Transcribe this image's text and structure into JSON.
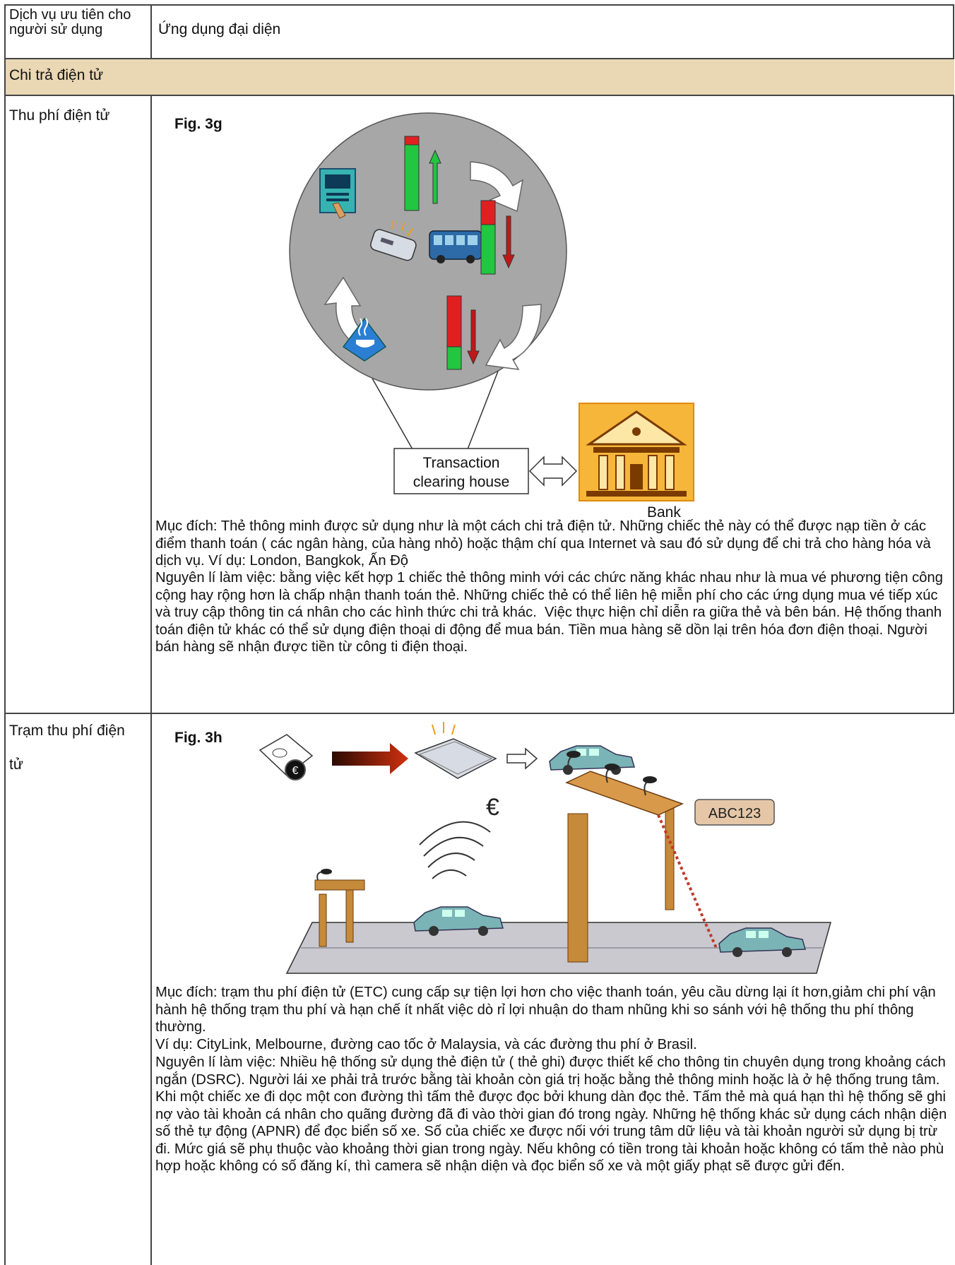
{
  "header": {
    "col1": "Dịch vụ ưu tiên cho người sử dụng",
    "col2": "Ứng dụng đại diện"
  },
  "section": {
    "title": "Chi trả điện tử"
  },
  "rows": [
    {
      "label": "Thu phí điện tử",
      "figure": {
        "label": "Fig. 3g",
        "clearing_house": [
          "Transaction",
          "clearing house"
        ],
        "bank_label": "Bank"
      },
      "paragraphs": [
        "Mục đích: Thẻ thông minh được sử dụng như là một cách chi trả điện tử. Những chiếc thẻ này có thể được nạp tiền ở các điểm thanh toán ( các ngân hàng, của hàng nhỏ) hoặc thậm chí qua Internet và sau đó sử dụng để chi trả cho hàng hóa và dịch vụ. Ví dụ: London, Bangkok, Ấn Độ",
        "Nguyên lí làm việc: bằng việc kết hợp 1 chiếc thẻ thông minh với các chức năng khác nhau như là mua vé phương tiện công cộng hay rộng hơn là chấp nhận thanh toán thẻ. Những chiếc thẻ có thể liên hệ miễn phí cho các ứng dụng mua vé tiếp xúc và truy cập thông tin cá nhân cho các hình thức chi trả khác.  Việc thực hiện chỉ diễn ra giữa thẻ và bên bán. Hệ thống thanh toán điện tử khác có thể sử dụng điện thoại di động để mua bán. Tiền mua hàng sẽ dồn lại trên hóa đơn điện thoại. Người bán hàng sẽ nhận được tiền từ công ti điện thoại."
      ]
    },
    {
      "label_line1": "Trạm thu phí điện",
      "label_line2": "tử",
      "figure": {
        "label": "Fig. 3h",
        "currency_symbol": "€",
        "plate": "ABC123"
      },
      "paragraphs": [
        "Mục đích: trạm thu phí điện tử (ETC) cung cấp sự tiện lợi hơn cho việc thanh toán, yêu cầu dừng lại ít hơn,giảm chi phí vận hành hệ thống trạm thu phí và hạn chế ít nhất việc dò rỉ lợi nhuận do tham nhũng khi so sánh với hệ thống thu phí thông thường.",
        "Ví dụ: CityLink, Melbourne, đường cao tốc ở Malaysia, và các đường thu phí ở Brasil.",
        "Nguyên lí làm việc: Nhiều hệ thống sử dụng thẻ điện tử ( thẻ ghi) được thiết kế cho thông tin chuyên dụng trong khoảng cách ngắn (DSRC). Người lái xe phải trả trước bằng tài khoản còn giá trị hoặc bằng thẻ thông minh hoặc là ở hệ thống trung tâm. Khi một chiếc xe đi dọc một con đường thì tấm thẻ được đọc bởi khung dàn đọc thẻ. Tấm thẻ mà quá hạn thì hệ thống sẽ ghi nợ vào tài khoản cá nhân cho quãng đường đã đi vào thời gian đó trong ngày. Những hệ thống khác sử dụng cách nhận diện số thẻ tự động (APNR) để đọc biển số xe. Số của chiếc xe được nối với trung tâm dữ liệu và tài khoản người sử dụng bị trừ đi. Mức giá sẽ phụ thuộc vào khoảng thời gian trong ngày. Nếu không có tiền trong tài khoản hoặc không có tấm thẻ nào phù hợp hoặc không có số đăng kí, thì camera sẽ nhận diện và đọc biển số xe và một giấy phạt sẽ được gửi đến."
      ]
    }
  ]
}
